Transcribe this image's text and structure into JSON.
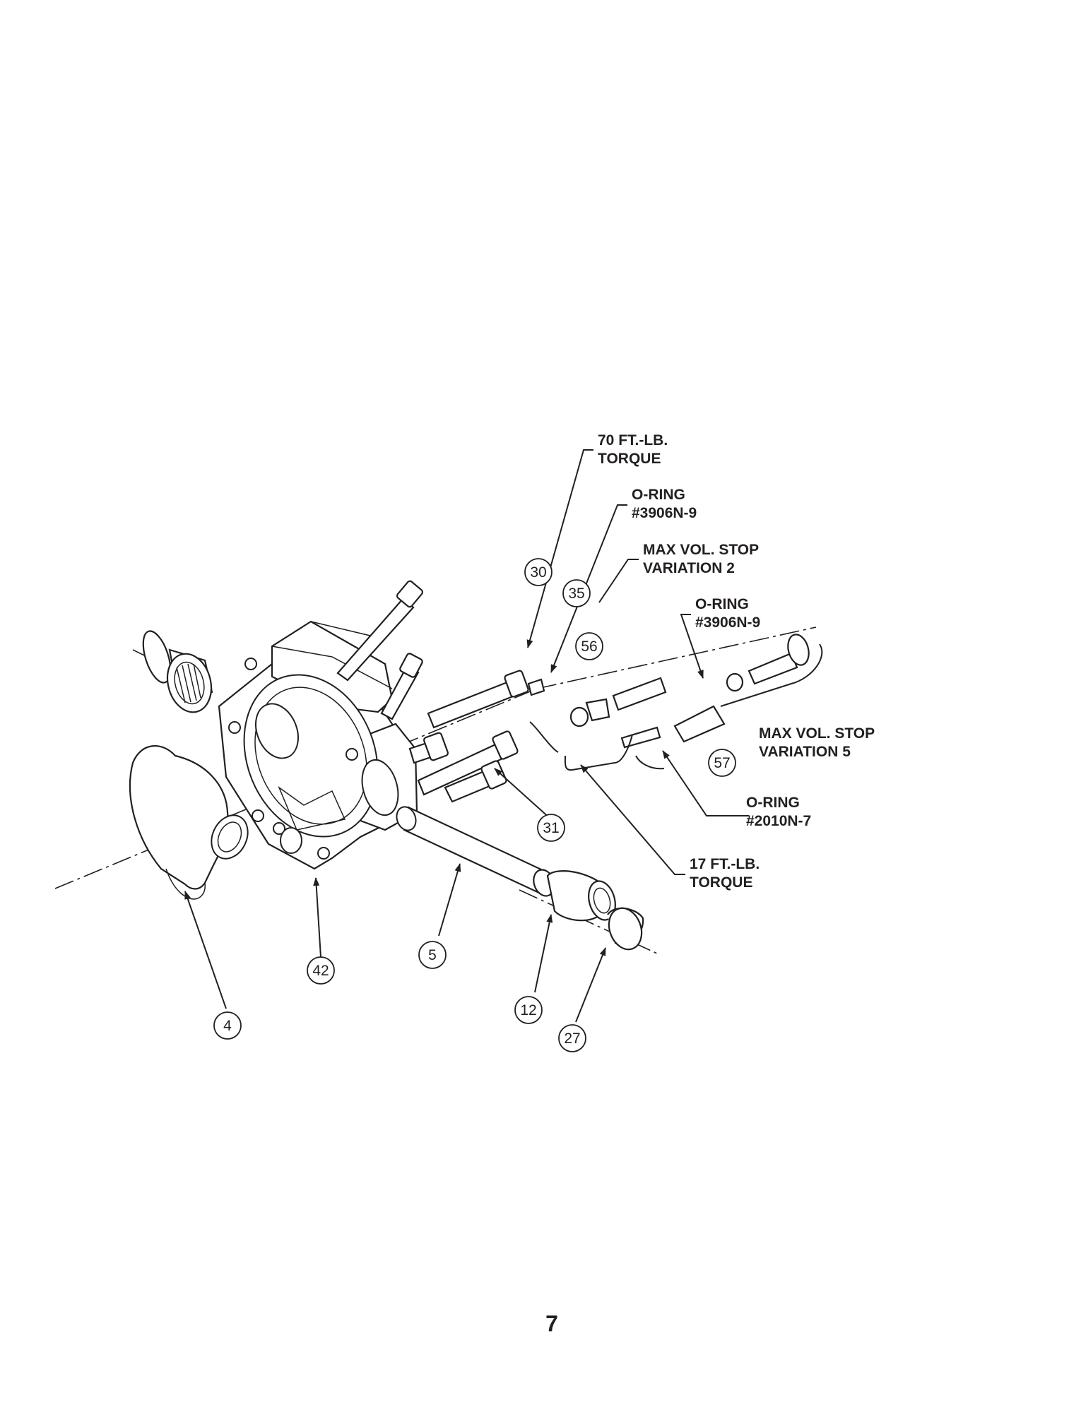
{
  "page_number": "7",
  "notes": {
    "torque_70": [
      "70 FT.-LB.",
      "TORQUE"
    ],
    "oring_35": [
      "O-RING",
      "#3906N-9"
    ],
    "max_vol_2": [
      "MAX VOL. STOP",
      "VARIATION 2"
    ],
    "oring_57": [
      "O-RING",
      "#3906N-9"
    ],
    "max_vol_5": [
      "MAX VOL. STOP",
      "VARIATION 5"
    ],
    "oring_2010": [
      "O-RING",
      "#2010N-7"
    ],
    "torque_17": [
      "17 FT.-LB.",
      "TORQUE"
    ]
  },
  "callouts": {
    "c30": "30",
    "c35": "35",
    "c56": "56",
    "c57": "57",
    "c31": "31",
    "c42": "42",
    "c5": "5",
    "c4": "4",
    "c12": "12",
    "c27": "27"
  }
}
